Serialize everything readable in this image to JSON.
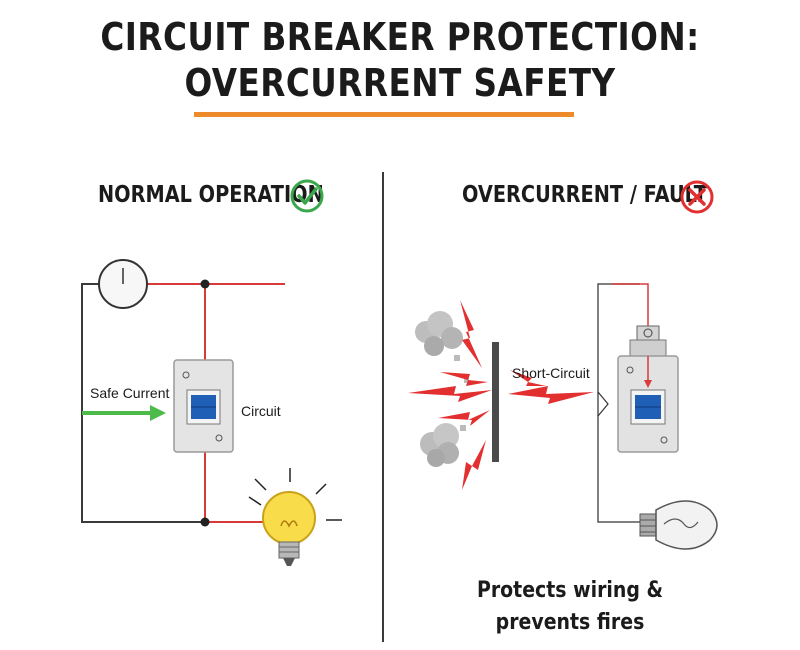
{
  "title": {
    "line1": "CIRCUIT BREAKER PROTECTION:",
    "line2": "OVERCURRENT SAFETY"
  },
  "left": {
    "heading": "NORMAL OPERATION",
    "safe_current_label": "Safe Current",
    "circuit_label": "Circuit",
    "status_icon": "check-circle-icon"
  },
  "right": {
    "heading": "OVERCURRENT / FAULT",
    "short_circuit_label": "Short-Circuit",
    "status_icon": "x-circle-icon"
  },
  "footer": {
    "line1": "Protects wiring &",
    "line2": "prevents fires"
  },
  "colors": {
    "accent_orange": "#ee8a2a",
    "wire_red": "#d83a3a",
    "check_green": "#3aa84a",
    "fault_red": "#e23030",
    "arrow_green": "#4cbb4a",
    "switch_blue": "#1f5fb5"
  }
}
